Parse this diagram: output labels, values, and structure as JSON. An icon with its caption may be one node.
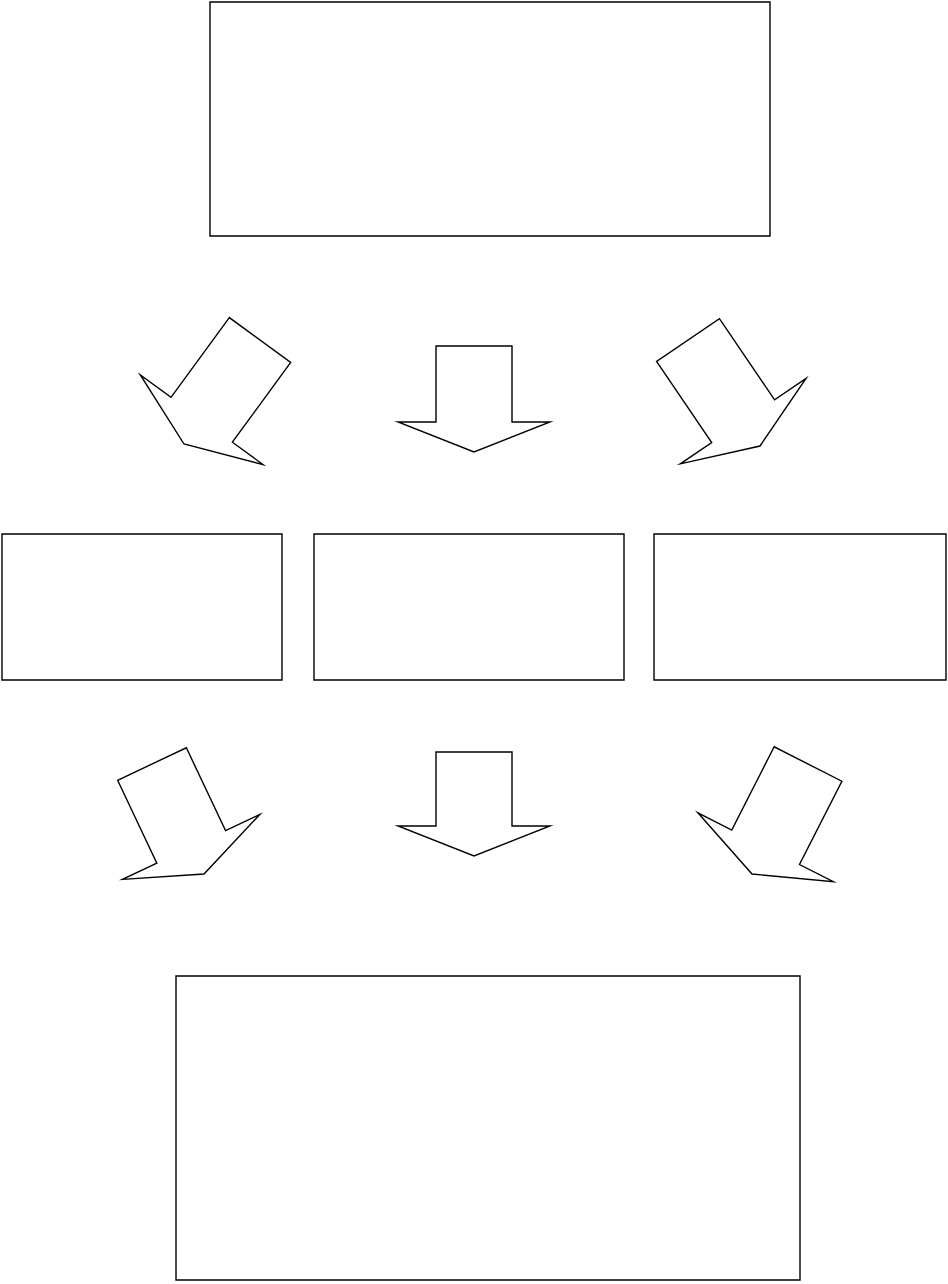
{
  "diagram": {
    "nodes": [
      {
        "text": [],
        "shape": "box"
      },
      {
        "text": [],
        "shape": "box"
      },
      {
        "text": [],
        "shape": "box"
      },
      {
        "text": [],
        "shape": "box"
      },
      {
        "text": [],
        "shape": "box"
      }
    ],
    "edges": [
      {
        "from": 0,
        "to": 1,
        "arrow": "to"
      },
      {
        "from": 0,
        "to": 2,
        "arrow": "to"
      },
      {
        "from": 0,
        "to": 3,
        "arrow": "to"
      },
      {
        "from": 1,
        "to": 4,
        "arrow": "to"
      },
      {
        "from": 2,
        "to": 4,
        "arrow": "to"
      },
      {
        "from": 3,
        "to": 4,
        "arrow": "to"
      }
    ]
  }
}
